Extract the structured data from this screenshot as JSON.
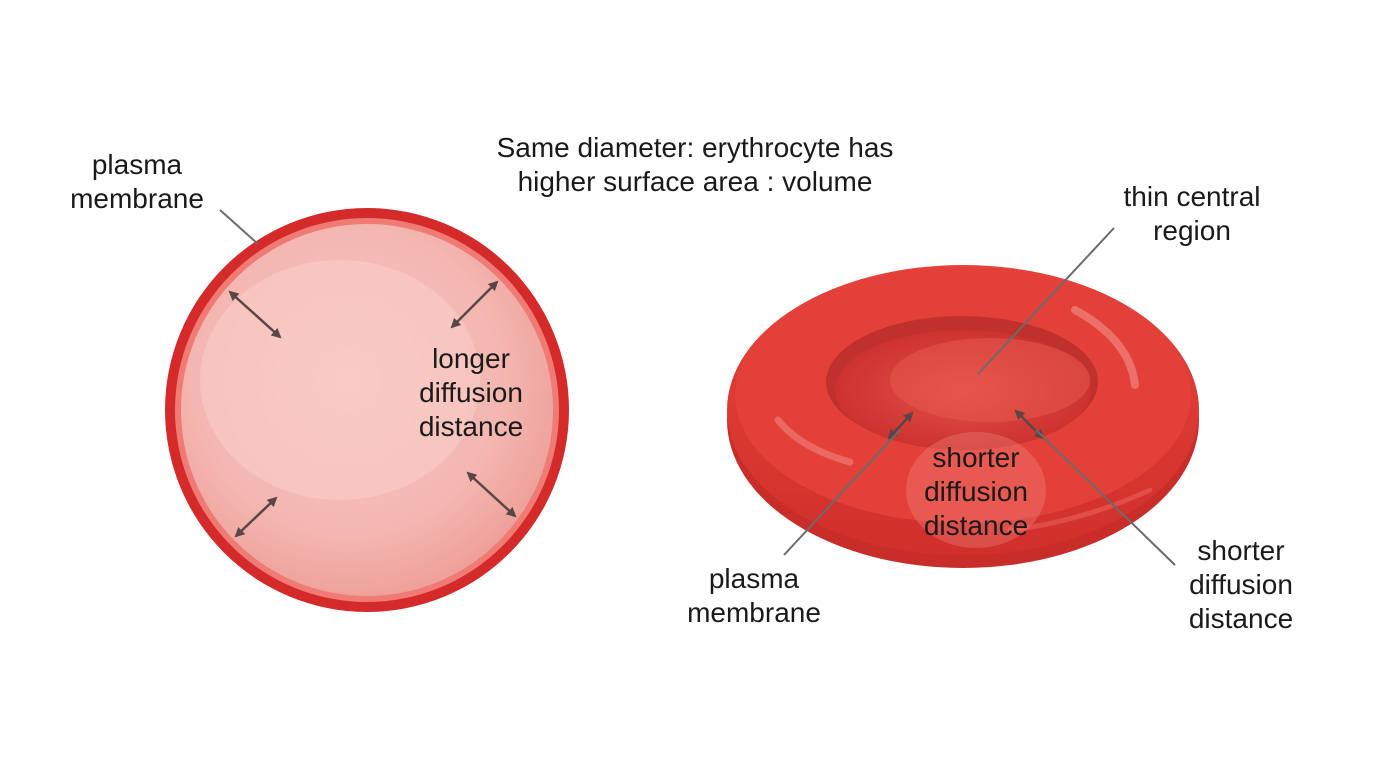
{
  "title": {
    "line1": "Same diameter: erythrocyte has",
    "line2": "higher surface area : volume"
  },
  "left_cell": {
    "membrane_label": {
      "line1": "plasma",
      "line2": "membrane"
    },
    "distance_label": {
      "line1": "longer",
      "line2": "diffusion",
      "line3": "distance"
    }
  },
  "right_cell": {
    "central_label": {
      "line1": "thin central",
      "line2": "region"
    },
    "inner_distance_label": {
      "line1": "shorter",
      "line2": "diffusion",
      "line3": "distance"
    },
    "membrane_label": {
      "line1": "plasma",
      "line2": "membrane"
    },
    "outer_distance_label": {
      "line1": "shorter",
      "line2": "diffusion",
      "line3": "distance"
    }
  },
  "colors": {
    "spherical_fill": "#f5b9b3",
    "spherical_outline": "#d42a2a",
    "erythrocyte_fill": "#e23a35",
    "erythrocyte_dark": "#c42a27",
    "arrow": "#5a4646",
    "leader_line": "#6b6b6b"
  }
}
